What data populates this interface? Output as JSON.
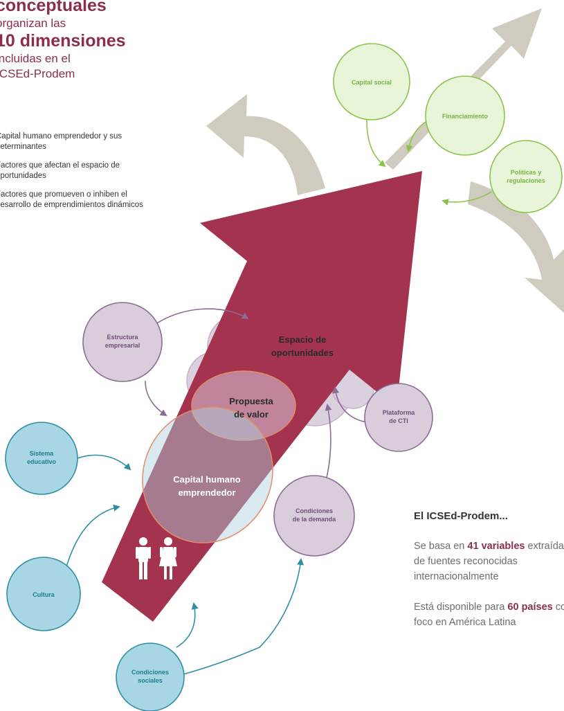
{
  "title": {
    "line1": "conceptuales",
    "line2": "organizan las",
    "line3": "10 dimensiones",
    "line4": "incluidas en el",
    "line5": "ICSEd-Prodem"
  },
  "groups": [
    "Capital humano emprendedor y sus determinantes",
    "Factores que afectan el espacio de oportunidades",
    "Factores que promueven o inhiben el desarrollo de emprendimientos dinámicos"
  ],
  "dimensions": {
    "green": [
      "Capital social",
      "Financiamiento",
      "Políticas y regulaciones"
    ],
    "purple": [
      "Estructura empresarial",
      "Plataforma de CTI",
      "Condiciones de la demanda"
    ],
    "blue": [
      "Sistema educativo",
      "Cultura",
      "Condiciones sociales"
    ]
  },
  "core": {
    "espacio": "Espacio de oportunidades",
    "propuesta": "Propuesta de valor",
    "capital": "Capital humano emprendedor"
  },
  "side": {
    "title": "El ICSEd-Prodem...",
    "p1_pre": "Se basa en ",
    "p1_bold": "41 variables",
    "p1_post": " extraídas de fuentes reconocidas internacionalmente",
    "p2_pre": "Está disponible para ",
    "p2_bold": "60 países",
    "p2_post": " con foco en América Latina"
  },
  "colors": {
    "maroon": "#a3334f",
    "green": "#8bc34a",
    "green_fill": "#e8f5d8",
    "purple": "#8c6b94",
    "purple_fill": "#d9cddc",
    "blue": "#2e8fa3",
    "blue_fill": "#a9d6e5",
    "gray_arrow": "#cfcbbf"
  }
}
